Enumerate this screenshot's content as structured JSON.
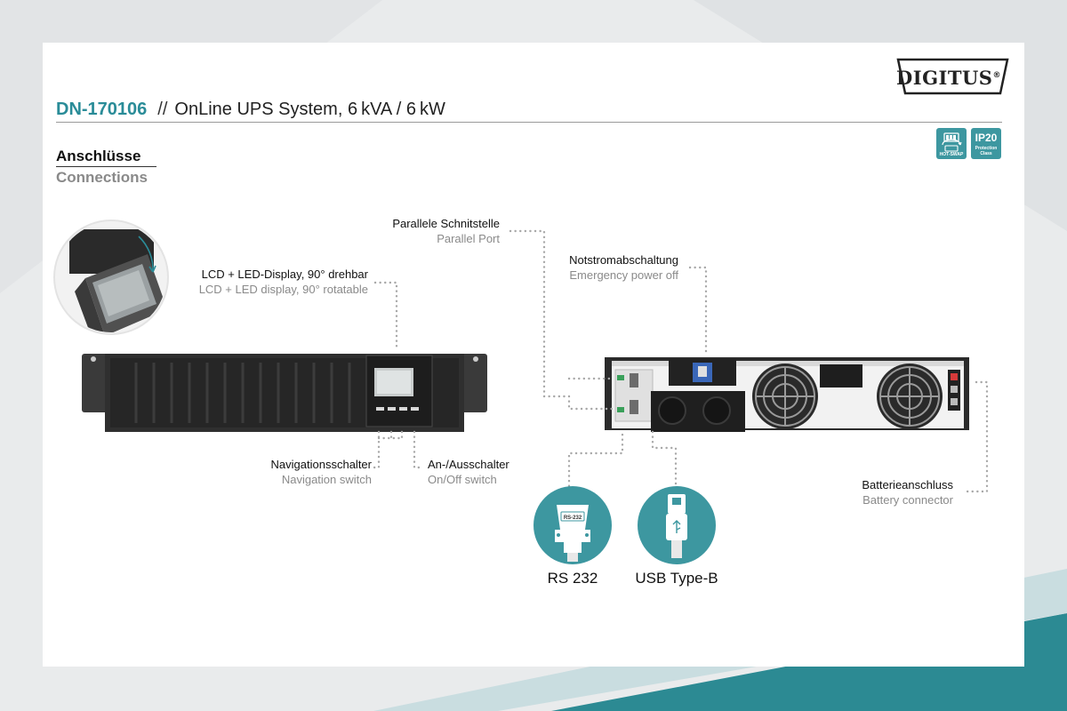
{
  "product": {
    "code": "DN-170106",
    "separator": "//",
    "name": "OnLine UPS System, 6 kVA / 6 kW"
  },
  "brand": {
    "logo_text": "DIGITUS",
    "registered": "®"
  },
  "badges": [
    {
      "title": "",
      "caption": "HOT-SWAP",
      "icon": "battery-swap-icon"
    },
    {
      "title": "IP20",
      "caption": "Protection Class",
      "icon": ""
    }
  ],
  "section": {
    "title_de": "Anschlüsse",
    "title_en": "Connections"
  },
  "callouts": {
    "display": {
      "de": "LCD + LED-Display, 90° drehbar",
      "en": "LCD + LED display, 90° rotatable"
    },
    "parallel": {
      "de": "Parallele Schnitstelle",
      "en": "Parallel Port"
    },
    "epo": {
      "de": "Notstromabschaltung",
      "en": "Emergency power off"
    },
    "nav": {
      "de": "Navigationsschalter",
      "en": "Navigation switch"
    },
    "onoff": {
      "de": "An-/Ausschalter",
      "en": "On/Off switch"
    },
    "battery": {
      "de": "Batterieanschluss",
      "en": "Battery connector"
    }
  },
  "ports": {
    "rs232": {
      "label": "RS 232",
      "plug_text": "RS-232",
      "icon": "rs232-connector-icon"
    },
    "usb": {
      "label": "USB Type-B",
      "icon": "usb-b-connector-icon"
    }
  },
  "colors": {
    "accent": "#2a8c98",
    "circle": "#3d97a0",
    "dots": "#a8a8a8",
    "bg_teal": "#2c8a93"
  }
}
